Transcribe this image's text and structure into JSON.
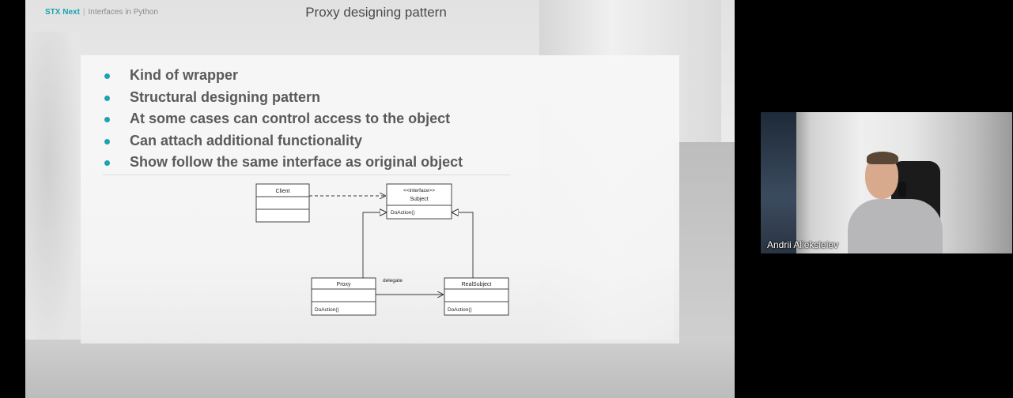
{
  "slide": {
    "brand_name": "STX Next",
    "brand_separator": "|",
    "brand_subtitle": "Interfaces in Python",
    "title": "Proxy designing pattern",
    "accent_color": "#1aa3b0",
    "bullets": [
      "Kind of wrapper",
      "Structural designing pattern",
      "At some cases can control access to the object",
      "Can attach additional functionality",
      "Show follow the same interface as original object"
    ]
  },
  "diagram": {
    "client": {
      "name": "Client"
    },
    "subject": {
      "stereotype": "<<interface>>",
      "name": "Subject",
      "method": "DoAction()"
    },
    "proxy": {
      "name": "Proxy",
      "method": "DoAction()"
    },
    "real_subject": {
      "name": "RealSubject",
      "method": "DoAction()"
    },
    "relation_label": "delegate"
  },
  "video": {
    "participant_name": "Andrii Alieksieiev"
  }
}
